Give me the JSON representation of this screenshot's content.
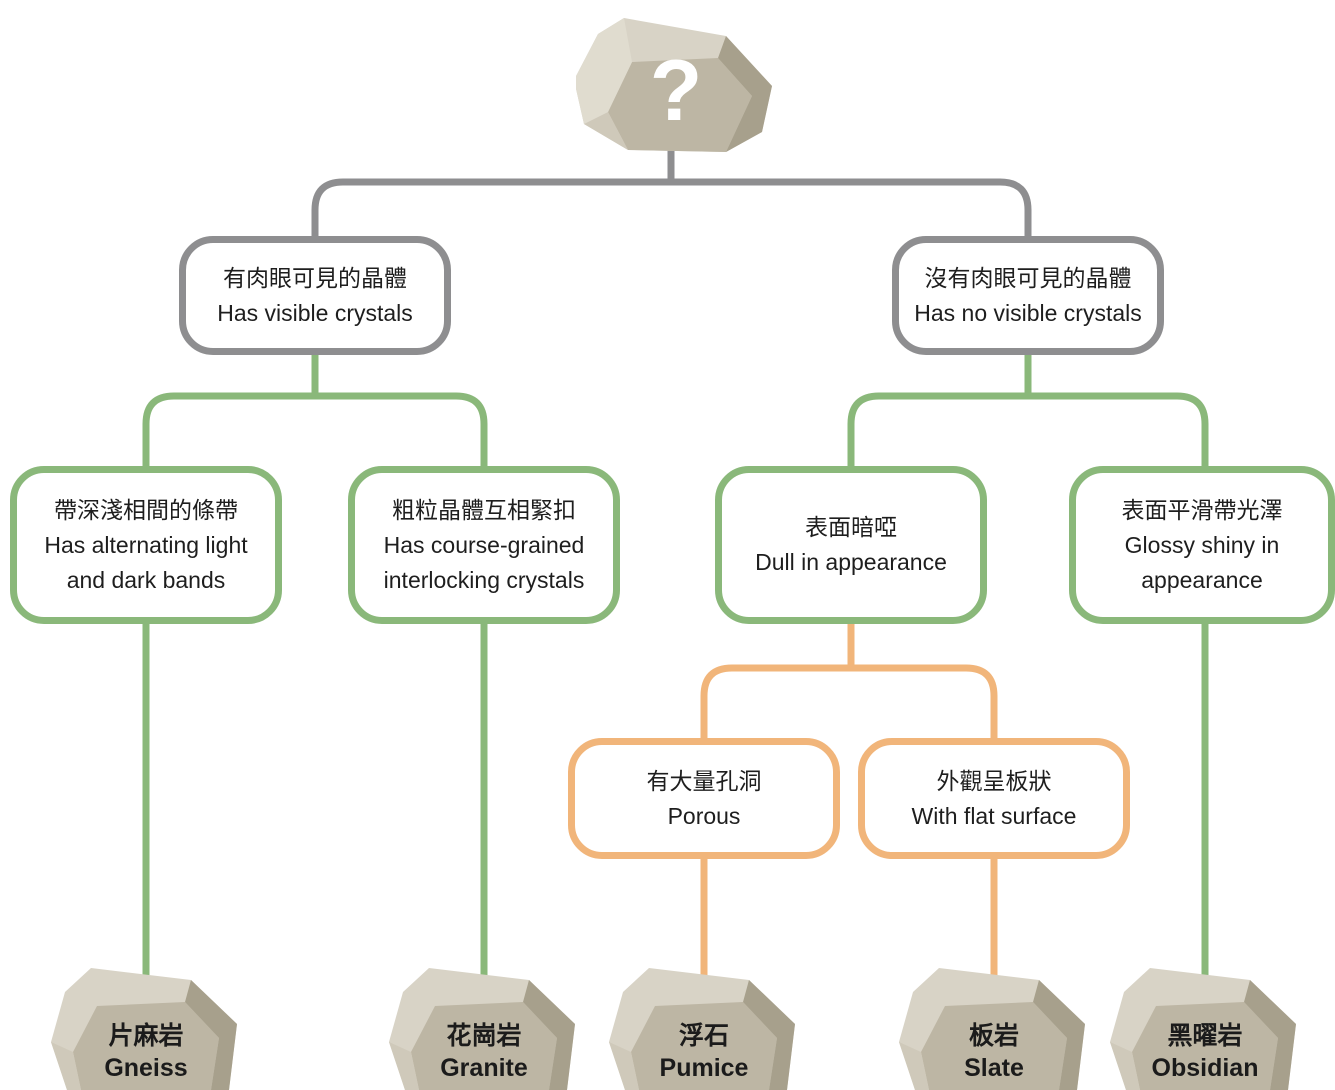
{
  "colors": {
    "level1": "#8e8e90",
    "level2": "#8ab87a",
    "level3": "#f1b57a",
    "rock_light": "#d8d3c6",
    "rock_mid": "#bdb6a4",
    "rock_dark": "#a7a08c",
    "rock_shadow": "#8d8774"
  },
  "root": {
    "icon": "rock-question-icon",
    "mark": "?"
  },
  "visible": {
    "zh": "有肉眼可見的晶體",
    "en": "Has visible crystals"
  },
  "not_visible": {
    "zh": "沒有肉眼可見的晶體",
    "en": "Has no visible crystals"
  },
  "banded": {
    "zh": "帶深淺相間的條帶",
    "en1": "Has alternating light",
    "en2": "and dark bands"
  },
  "coarse": {
    "zh": "粗粒晶體互相緊扣",
    "en1": "Has course-grained",
    "en2": "interlocking crystals"
  },
  "dull": {
    "zh": "表面暗啞",
    "en": "Dull in appearance"
  },
  "glossy": {
    "zh": "表面平滑帶光澤",
    "en1": "Glossy shiny in",
    "en2": "appearance"
  },
  "porous": {
    "zh": "有大量孔洞",
    "en": "Porous"
  },
  "flat": {
    "zh": "外觀呈板狀",
    "en": "With flat surface"
  },
  "rocks": {
    "gneiss": {
      "zh": "片麻岩",
      "en": "Gneiss"
    },
    "granite": {
      "zh": "花崗岩",
      "en": "Granite"
    },
    "pumice": {
      "zh": "浮石",
      "en": "Pumice"
    },
    "slate": {
      "zh": "板岩",
      "en": "Slate"
    },
    "obsidian": {
      "zh": "黑曜岩",
      "en": "Obsidian"
    }
  }
}
